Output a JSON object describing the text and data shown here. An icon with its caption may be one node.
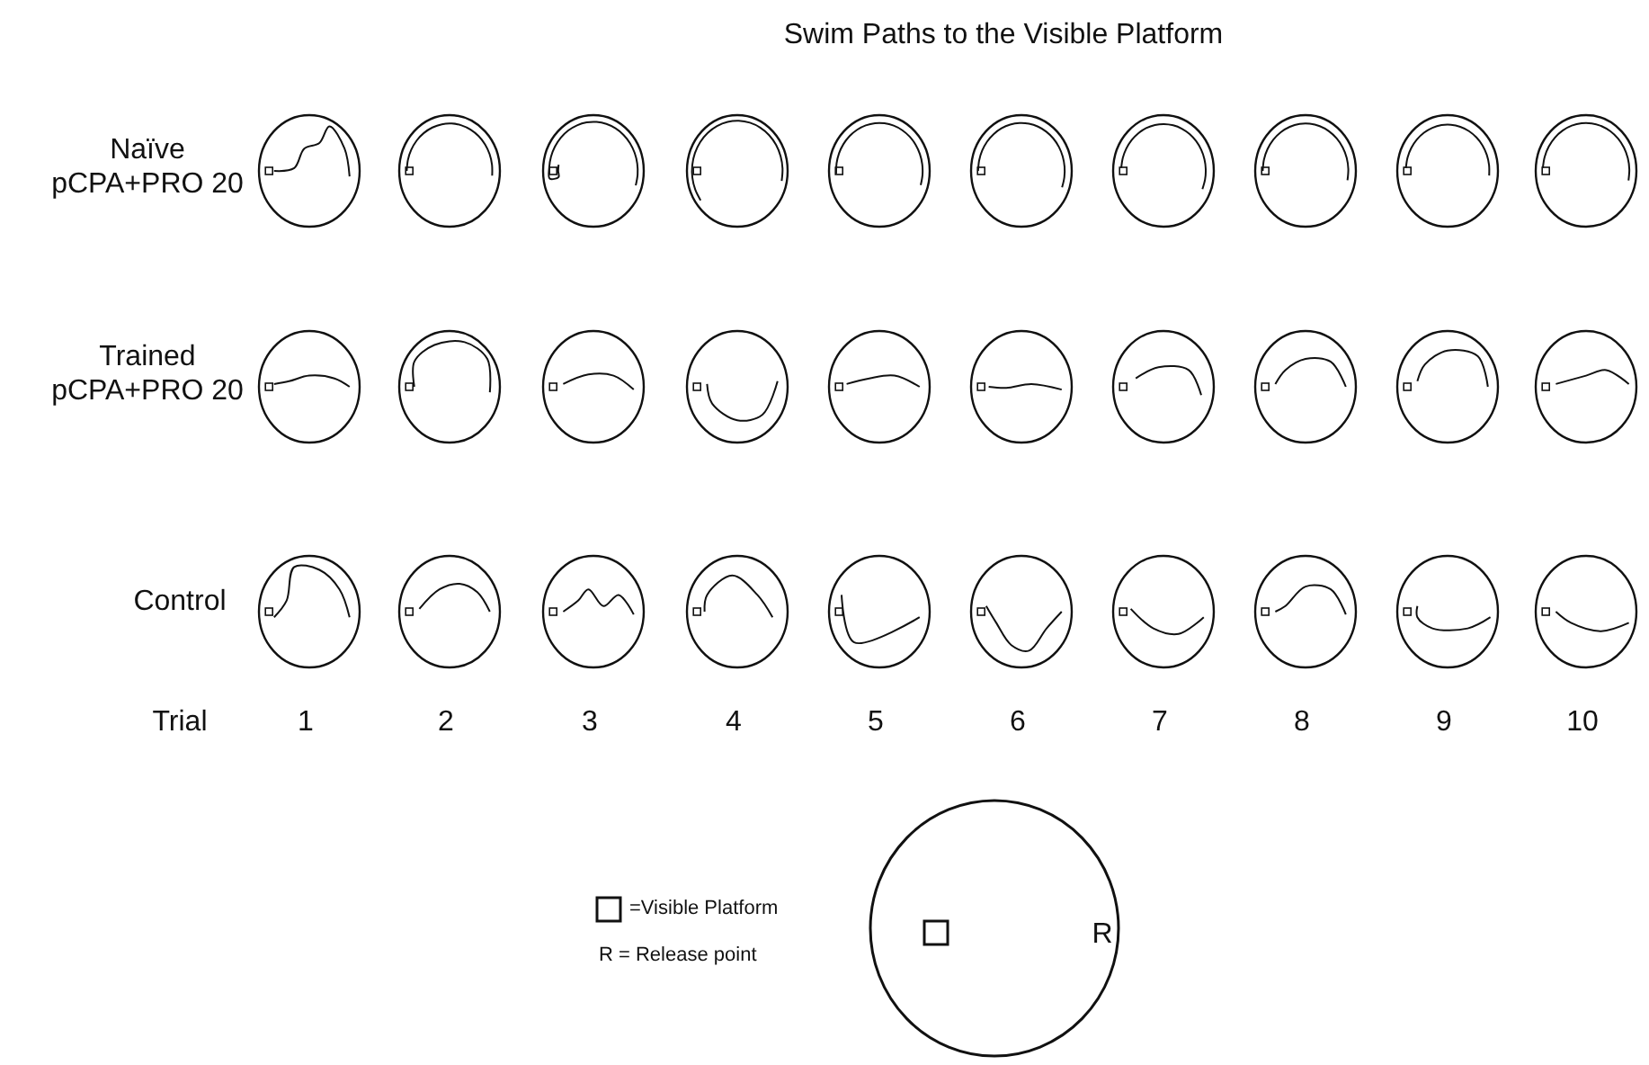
{
  "diagram": {
    "title": "Swim Paths to the Visible Platform",
    "labels": [
      "Naïve pCPA+PRO 20",
      "Trained pCPA+PRO 20",
      "Control",
      "Trial",
      "1",
      "2",
      "3",
      "4",
      "5",
      "6",
      "7",
      "8",
      "9",
      "10",
      "R"
    ],
    "legend": [
      {
        "text": "=Visible Platform"
      },
      {
        "text": "R = Release point"
      }
    ]
  }
}
